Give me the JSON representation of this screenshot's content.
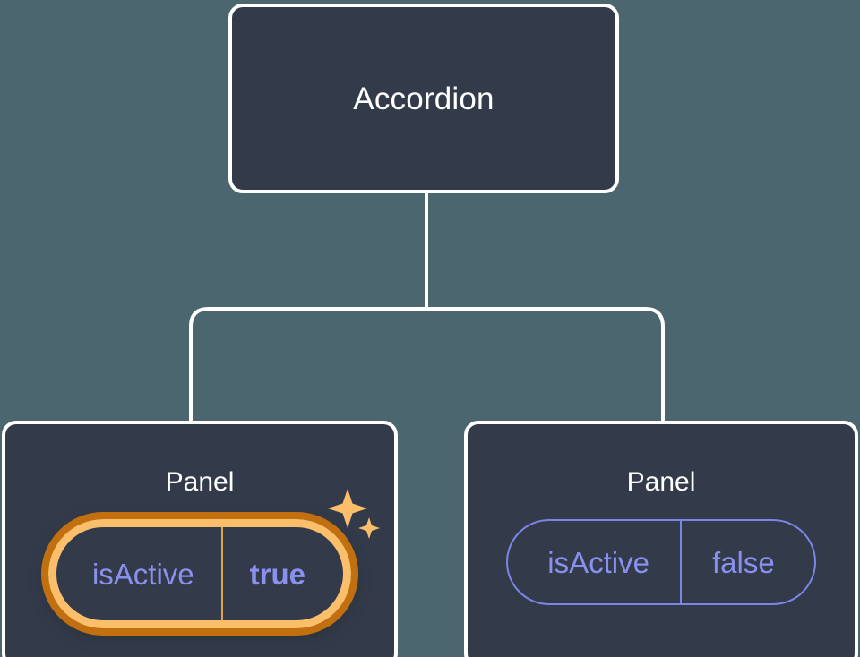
{
  "canvas": {
    "background_color": "#4c6670",
    "node_fill": "#333b4a",
    "node_border": "#ffffff",
    "wire_color": "#ffffff"
  },
  "tree": {
    "root": {
      "label": "Accordion"
    },
    "children": [
      {
        "label": "Panel",
        "highlighted": true,
        "prop": {
          "key": "isActive",
          "value": "true"
        },
        "colors": {
          "ring_outer": "#c2700f",
          "ring_inner": "#fbbf6c",
          "divider": "#e0a24a",
          "text": "#8a90ee"
        },
        "decoration": {
          "icon": "sparkles-icon",
          "color": "#fbbf6c"
        }
      },
      {
        "label": "Panel",
        "highlighted": false,
        "prop": {
          "key": "isActive",
          "value": "false"
        },
        "colors": {
          "ring_outer": "#7c85e8",
          "ring_inner": "#7c85e8",
          "divider": "#7c85e8",
          "text": "#8a90ee"
        }
      }
    ]
  }
}
